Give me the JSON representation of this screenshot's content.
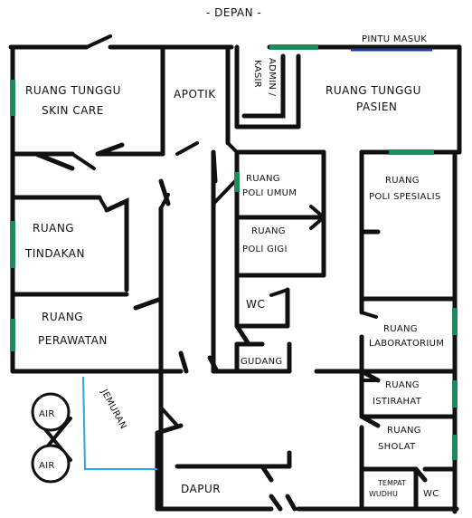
{
  "title": "- DEPAN -",
  "entrance_label": "PINTU MASUK",
  "rooms": {
    "skincare_line1": "RUANG TUNGGU",
    "skincare_line2": "SKIN CARE",
    "apotik": "APOTIK",
    "kasir_line1": "ADMIN /",
    "kasir_line2": "KASIR",
    "pasien_line1": "RUANG TUNGGU",
    "pasien_line2": "PASIEN",
    "poli_umum_line1": "RUANG",
    "poli_umum_line2": "POLI UMUM",
    "poli_gigi_line1": "RUANG",
    "poli_gigi_line2": "POLI GIGI",
    "spesialis_line1": "RUANG",
    "spesialis_line2": "POLI SPESIALIS",
    "tindakan_line1": "RUANG",
    "tindakan_line2": "TINDAKAN",
    "perawatan_line1": "RUANG",
    "perawatan_line2": "PERAWATAN",
    "wc_middle": "WC",
    "gudang": "GUDANG",
    "lab_line1": "RUANG",
    "lab_line2": "LABORATORIUM",
    "istirahat_line1": "RUANG",
    "istirahat_line2": "ISTIRAHAT",
    "sholat_line1": "RUANG",
    "sholat_line2": "SHOLAT",
    "wudhu_line1": "TEMPAT",
    "wudhu_line2": "WUDHU",
    "wc_bottom": "WC",
    "dapur": "DAPUR",
    "jemuran": "JEMURAN",
    "air_top": "AIR",
    "air_bottom": "AIR"
  },
  "colors": {
    "wall": "#111111",
    "window": "#1f8a5b",
    "entrance": "#1a3a9c",
    "jemuran_line": "#2aa6e0"
  }
}
